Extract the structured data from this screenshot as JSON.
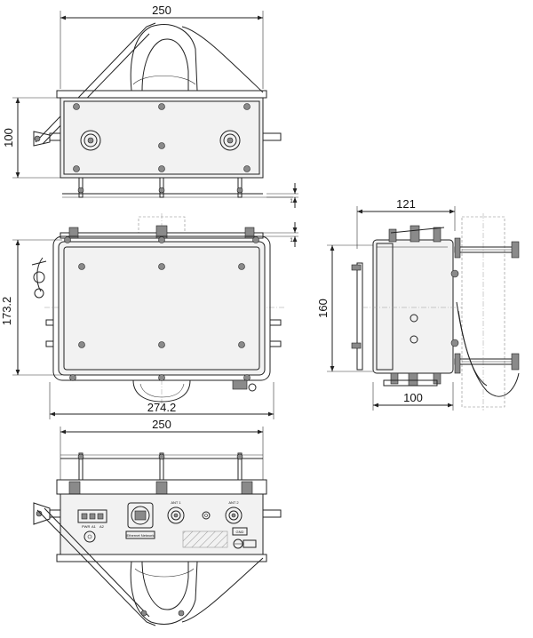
{
  "dimensions": {
    "top_width": "250",
    "top_height": "100",
    "top_gap_1": "1",
    "top_gap_2": "1",
    "front_height": "173.2",
    "front_width": "274.2",
    "bottom_width": "250",
    "side_width": "121",
    "side_height": "160",
    "side_depth": "100"
  },
  "connector_panel": {
    "power_label": "PWR",
    "port_label_a": "A1",
    "port_label_b": "A2",
    "ethernet_label": "Ethernet Network",
    "ant1_label": "ANT 1",
    "ant2_label": "ANT 2",
    "gnd_label": "GND"
  }
}
